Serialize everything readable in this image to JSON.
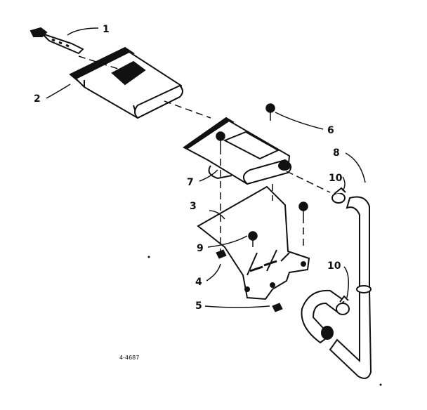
{
  "diagram": {
    "part_labels": [
      {
        "id": "1",
        "text": "1"
      },
      {
        "id": "2",
        "text": "2"
      },
      {
        "id": "3",
        "text": "3"
      },
      {
        "id": "4",
        "text": "4"
      },
      {
        "id": "5",
        "text": "5"
      },
      {
        "id": "6",
        "text": "6"
      },
      {
        "id": "7",
        "text": "7"
      },
      {
        "id": "8",
        "text": "8"
      },
      {
        "id": "9",
        "text": "9"
      },
      {
        "id": "10a",
        "text": "10"
      },
      {
        "id": "10b",
        "text": "10"
      }
    ],
    "drawing_code": "4-4687"
  },
  "colors": {
    "ink": "#111111",
    "paper": "#ffffff"
  }
}
